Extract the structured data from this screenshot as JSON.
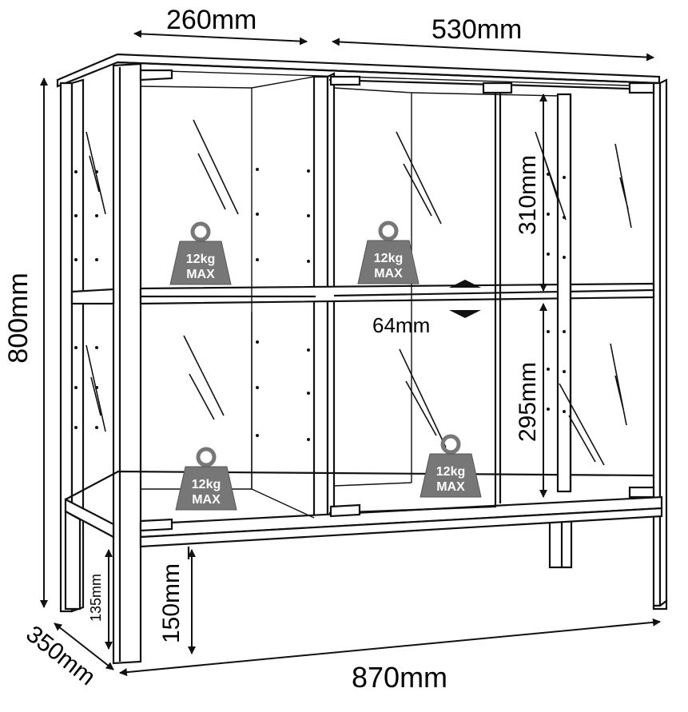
{
  "dimensions": {
    "left_width": "260mm",
    "right_width": "530mm",
    "total_height": "800mm",
    "depth": "350mm",
    "total_width": "870mm",
    "leg_height_side": "135mm",
    "leg_height": "150mm",
    "upper_compartment": "310mm",
    "lower_compartment": "295mm",
    "shelf_adjust": "64mm"
  },
  "weights": [
    {
      "line1": "12kg",
      "line2": "MAX"
    },
    {
      "line1": "12kg",
      "line2": "MAX"
    },
    {
      "line1": "12kg",
      "line2": "MAX"
    },
    {
      "line1": "12kg",
      "line2": "MAX"
    }
  ],
  "colors": {
    "line": "#111111",
    "weight_fill": "#777777",
    "background": "#ffffff"
  }
}
